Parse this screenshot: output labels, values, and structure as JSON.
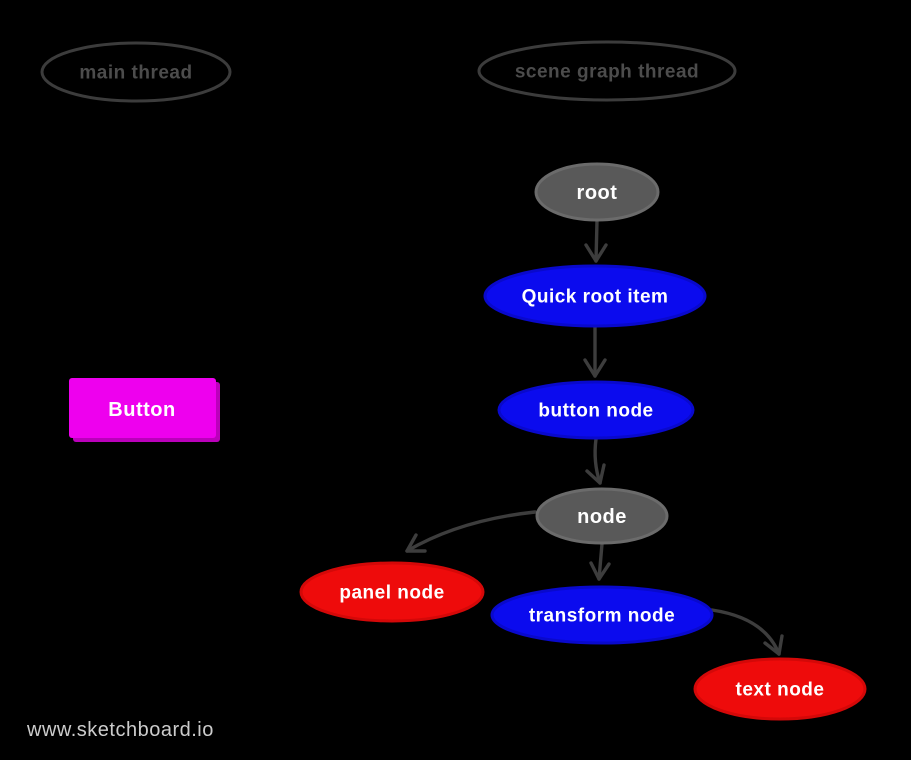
{
  "page": {
    "background": "#000000"
  },
  "watermark": {
    "text": "www.sketchboard.io",
    "color": "#cccccc"
  },
  "threads": {
    "outline_color": "#3c3c3c",
    "label_color": "#4c4c4c",
    "main": {
      "label": "main thread"
    },
    "scene_graph": {
      "label": "scene graph thread"
    }
  },
  "button_shape": {
    "label": "Button",
    "fill": "#ee00ee",
    "shadow": "#bb00bb",
    "text_color": "#ffffff"
  },
  "nodes": {
    "root": {
      "label": "root",
      "fill": "#595959",
      "stroke": "#6b6b6b",
      "text_color": "#ffffff"
    },
    "quick_root_item": {
      "label": "Quick root item",
      "fill": "#0b0bee",
      "stroke": "#0909cc",
      "text_color": "#ffffff"
    },
    "button_node": {
      "label": "button node",
      "fill": "#0b0bee",
      "stroke": "#0909cc",
      "text_color": "#ffffff"
    },
    "node": {
      "label": "node",
      "fill": "#595959",
      "stroke": "#6b6b6b",
      "text_color": "#ffffff"
    },
    "panel_node": {
      "label": "panel node",
      "fill": "#ee0b0b",
      "stroke": "#d40808",
      "text_color": "#ffffff"
    },
    "transform_node": {
      "label": "transform node",
      "fill": "#0b0bee",
      "stroke": "#0909cc",
      "text_color": "#ffffff"
    },
    "text_node": {
      "label": "text node",
      "fill": "#ee0b0b",
      "stroke": "#d40808",
      "text_color": "#ffffff"
    }
  },
  "edges": {
    "color": "#3d3d3d",
    "list": [
      {
        "from": "root",
        "to": "quick_root_item"
      },
      {
        "from": "quick_root_item",
        "to": "button_node"
      },
      {
        "from": "button_node",
        "to": "node"
      },
      {
        "from": "node",
        "to": "panel_node"
      },
      {
        "from": "node",
        "to": "transform_node"
      },
      {
        "from": "transform_node",
        "to": "text_node"
      }
    ]
  }
}
